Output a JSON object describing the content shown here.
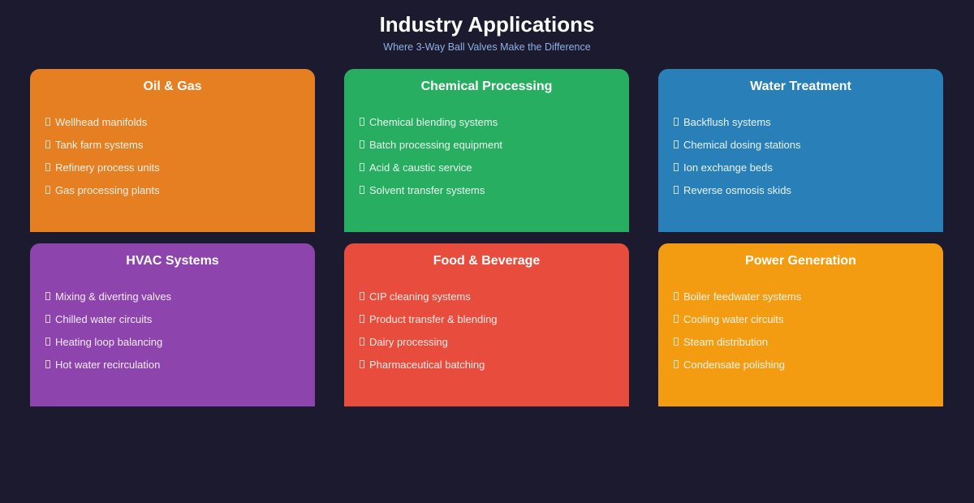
{
  "header": {
    "title": "Industry Applications",
    "subtitle": "Where 3-Way Ball Valves Make the Difference"
  },
  "cards": [
    {
      "title": "Oil & Gas",
      "color": "#e67e22",
      "items": [
        "Wellhead manifolds",
        "Tank farm systems",
        "Refinery process units",
        "Gas processing plants"
      ]
    },
    {
      "title": "Chemical Processing",
      "color": "#27ae60",
      "items": [
        "Chemical blending systems",
        "Batch processing equipment",
        "Acid & caustic service",
        "Solvent transfer systems"
      ]
    },
    {
      "title": "Water Treatment",
      "color": "#2980b9",
      "items": [
        "Backflush systems",
        "Chemical dosing stations",
        "Ion exchange beds",
        "Reverse osmosis skids"
      ]
    },
    {
      "title": "HVAC Systems",
      "color": "#8e44ad",
      "items": [
        "Mixing & diverting valves",
        "Chilled water circuits",
        "Heating loop balancing",
        "Hot water recirculation"
      ]
    },
    {
      "title": "Food & Beverage",
      "color": "#e74c3c",
      "items": [
        "CIP cleaning systems",
        "Product transfer & blending",
        "Dairy processing",
        "Pharmaceutical batching"
      ]
    },
    {
      "title": "Power Generation",
      "color": "#f39c12",
      "items": [
        "Boiler feedwater systems",
        "Cooling water circuits",
        "Steam distribution",
        "Condensate polishing"
      ]
    }
  ]
}
